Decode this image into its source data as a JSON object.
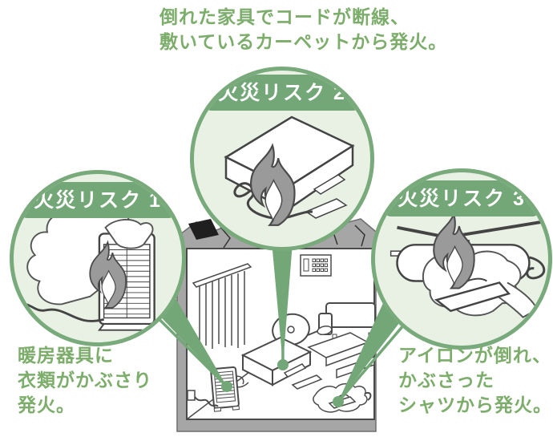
{
  "colors": {
    "accent_green": "#74a777",
    "circle_border_green": "#79aa7b",
    "circle_fill_green": "#e8f1e4",
    "caption_green": "#7cad6b",
    "wall_gray": "#a6a6a6",
    "flame_gray": "#9a9a9a"
  },
  "top_caption": {
    "lines": [
      "倒れた家具でコードが断線、",
      "敷いているカーペットから発火。"
    ]
  },
  "risks": [
    {
      "label": "火災リスク 1",
      "caption": [
        "暖房器具に",
        "衣類がかぶさり",
        "発火。"
      ]
    },
    {
      "label": "火災リスク 2",
      "caption": []
    },
    {
      "label": "火災リスク 3",
      "caption": [
        "アイロンが倒れ、",
        "かぶさった",
        "シャツから発火。"
      ]
    }
  ]
}
